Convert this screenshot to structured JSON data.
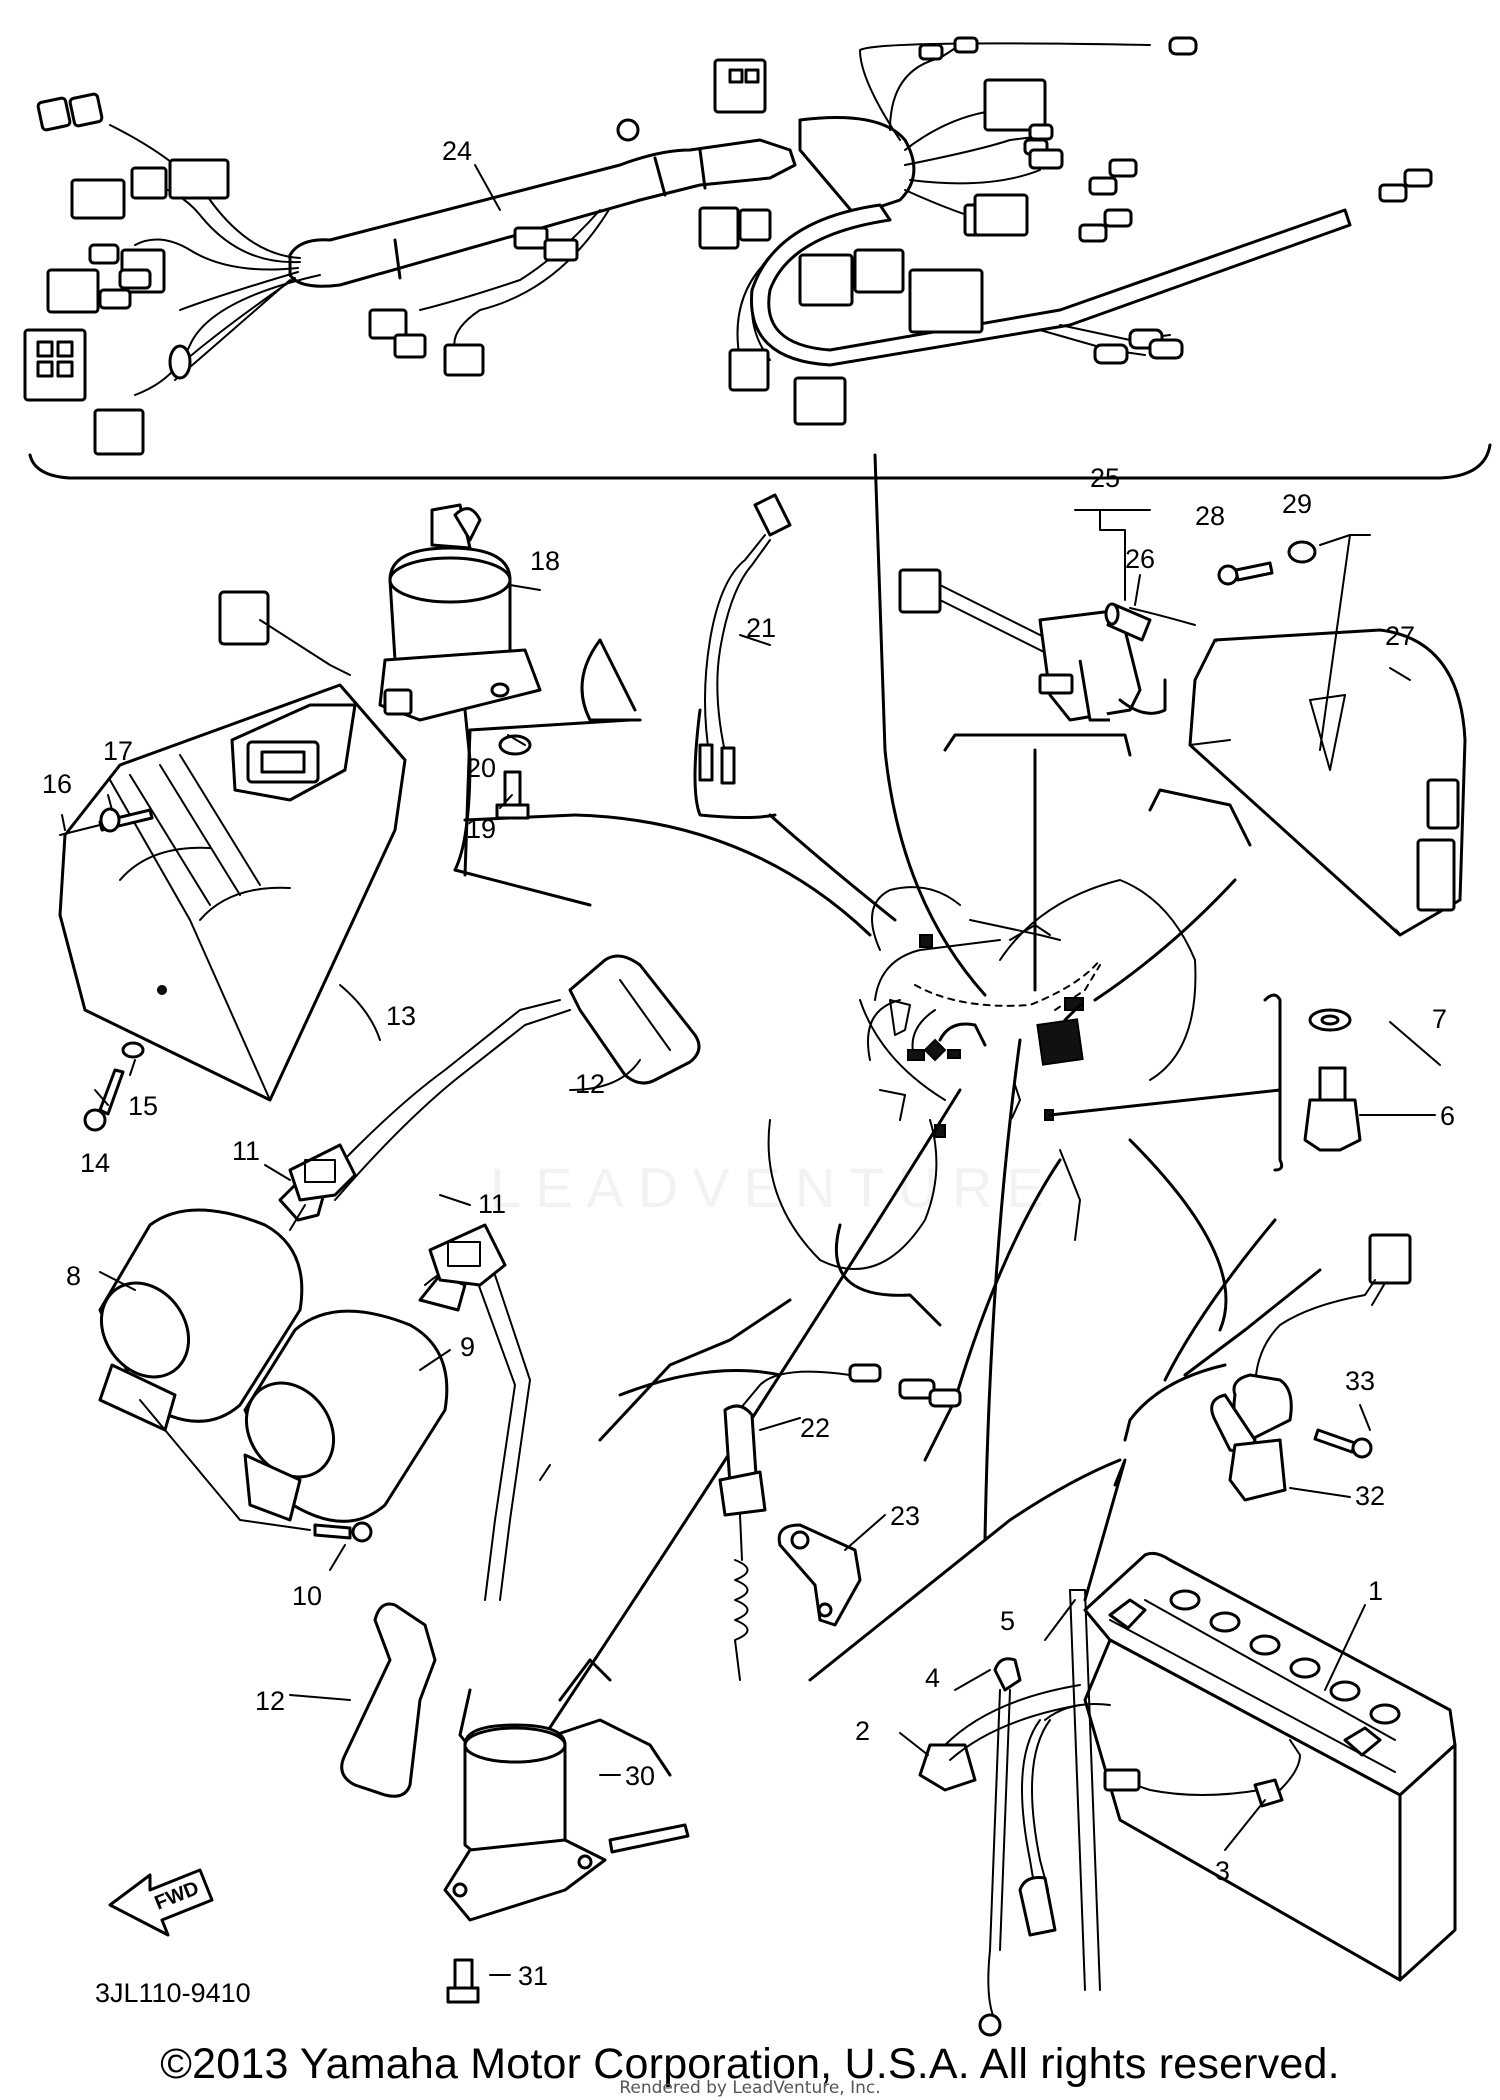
{
  "diagram_code": "3JL110-9410",
  "fwd_label": "FWD",
  "watermark": "LEADVENTURE",
  "copyright": "©2013 Yamaha Motor Corporation, U.S.A. All rights reserved.",
  "rendered_by": "Rendered by LeadVenture, Inc.",
  "callouts": {
    "c1": "1",
    "c2": "2",
    "c3": "3",
    "c4": "4",
    "c5": "5",
    "c6": "6",
    "c7": "7",
    "c8": "8",
    "c9": "9",
    "c10": "10",
    "c11a": "11",
    "c11b": "11",
    "c12a": "12",
    "c12b": "12",
    "c13": "13",
    "c14": "14",
    "c15": "15",
    "c16": "16",
    "c17": "17",
    "c18": "18",
    "c19": "19",
    "c20": "20",
    "c21": "21",
    "c22": "22",
    "c23": "23",
    "c24": "24",
    "c25": "25",
    "c26": "26",
    "c27": "27",
    "c28": "28",
    "c29": "29",
    "c30": "30",
    "c31": "31",
    "c32": "32",
    "c33": "33"
  }
}
